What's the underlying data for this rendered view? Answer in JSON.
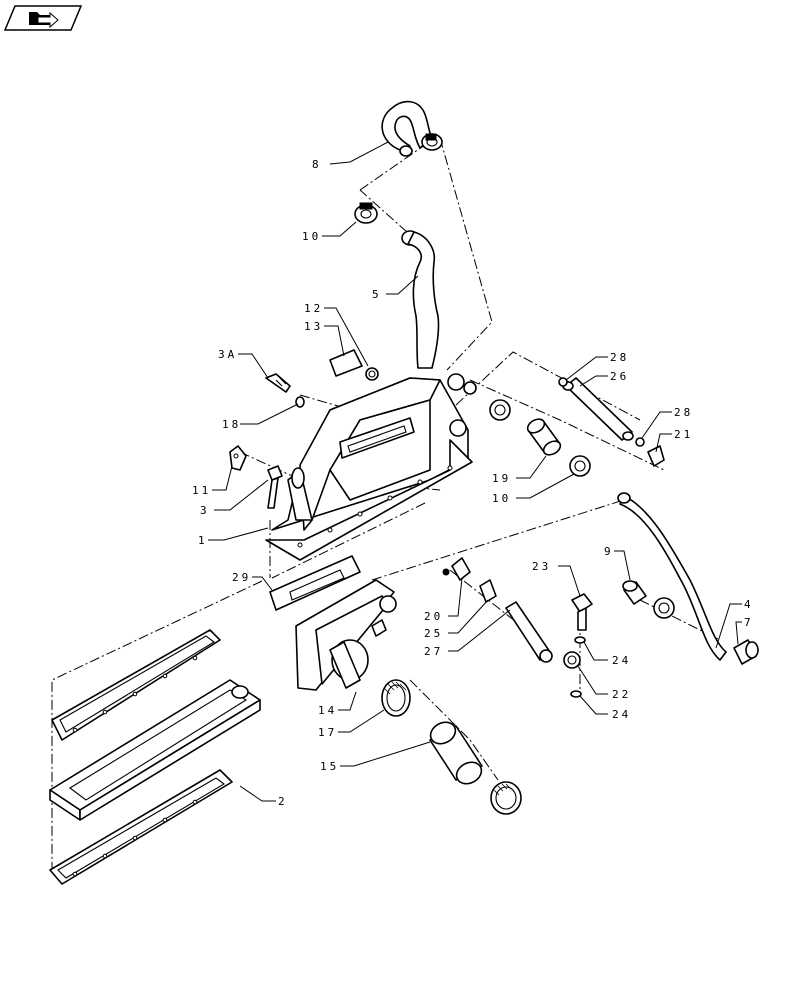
{
  "nav": {
    "icon": "folder-arrow-icon"
  },
  "callouts": [
    {
      "id": "8",
      "label": "8"
    },
    {
      "id": "10a",
      "label": "10"
    },
    {
      "id": "5",
      "label": "5"
    },
    {
      "id": "12",
      "label": "12"
    },
    {
      "id": "13",
      "label": "13"
    },
    {
      "id": "3A",
      "label": "3A"
    },
    {
      "id": "18",
      "label": "18"
    },
    {
      "id": "11",
      "label": "11"
    },
    {
      "id": "3",
      "label": "3"
    },
    {
      "id": "1",
      "label": "1"
    },
    {
      "id": "29",
      "label": "29"
    },
    {
      "id": "2",
      "label": "2"
    },
    {
      "id": "14",
      "label": "14"
    },
    {
      "id": "17",
      "label": "17"
    },
    {
      "id": "15",
      "label": "15"
    },
    {
      "id": "19",
      "label": "19"
    },
    {
      "id": "10b",
      "label": "10"
    },
    {
      "id": "28a",
      "label": "28"
    },
    {
      "id": "26",
      "label": "26"
    },
    {
      "id": "28b",
      "label": "28"
    },
    {
      "id": "21",
      "label": "21"
    },
    {
      "id": "9",
      "label": "9"
    },
    {
      "id": "4",
      "label": "4"
    },
    {
      "id": "7",
      "label": "7"
    },
    {
      "id": "23",
      "label": "23"
    },
    {
      "id": "24a",
      "label": "24"
    },
    {
      "id": "22",
      "label": "22"
    },
    {
      "id": "24b",
      "label": "24"
    },
    {
      "id": "20",
      "label": "20"
    },
    {
      "id": "25",
      "label": "25"
    },
    {
      "id": "27",
      "label": "27"
    }
  ]
}
